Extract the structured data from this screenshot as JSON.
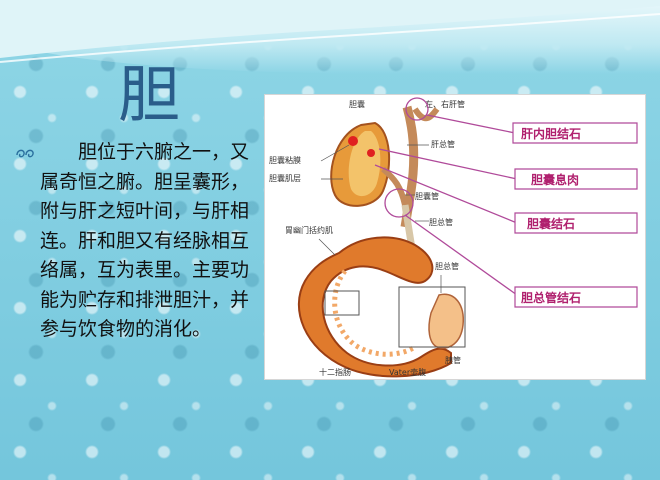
{
  "slide": {
    "title": "胆",
    "paragraph": "胆位于六腑之一，又属奇恒之腑。胆呈囊形，附与肝之短叶间，与肝相连。肝和胆又有经脉相互络属，互为表里。主要功能为贮存和排泄胆汁，并参与饮食物的消化。",
    "bullet_icon": "swirl-bullet-icon"
  },
  "figure": {
    "labels": {
      "gallbladder": "胆囊",
      "left_right_hepatic_duct": "左、右肝管",
      "gallbladder_mucosa": "胆囊粘膜",
      "common_hepatic_duct": "肝总管",
      "gallbladder_muscle_layer": "胆囊肌层",
      "cystic_duct": "胆囊管",
      "common_bile_duct": "胆总管",
      "pyloric_sphincter": "胃幽门括约肌",
      "bile_duct": "胆总管",
      "duodenum": "十二指肠",
      "vater_ampulla": "Vater壶腹",
      "pancreatic_duct": "胰管"
    },
    "callouts": [
      {
        "text": "肝内胆结石"
      },
      {
        "text": "胆囊息肉"
      },
      {
        "text": "胆囊结石"
      },
      {
        "text": "胆总管结石"
      }
    ],
    "colors": {
      "callout_line": "#b04a9a",
      "callout_text": "#b0206e",
      "organ_orange": "#e07a2c",
      "organ_red": "#c8401e"
    }
  }
}
